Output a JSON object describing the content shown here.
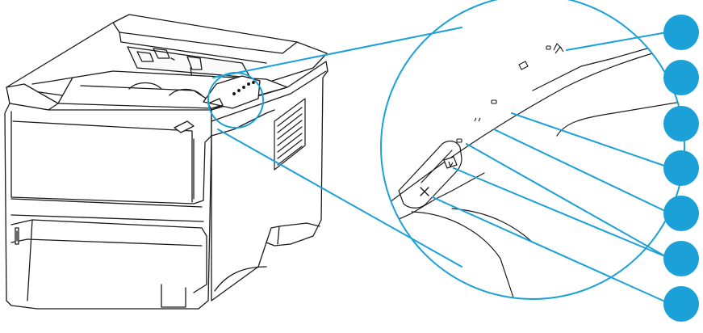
{
  "colors": {
    "outline": "#1a1a1a",
    "accent": "#1ba0d8",
    "fill": "#ffffff"
  },
  "callouts": [
    {
      "name": "callout-1"
    },
    {
      "name": "callout-2"
    },
    {
      "name": "callout-3"
    },
    {
      "name": "callout-4"
    },
    {
      "name": "callout-5"
    },
    {
      "name": "callout-6"
    },
    {
      "name": "callout-7"
    }
  ]
}
